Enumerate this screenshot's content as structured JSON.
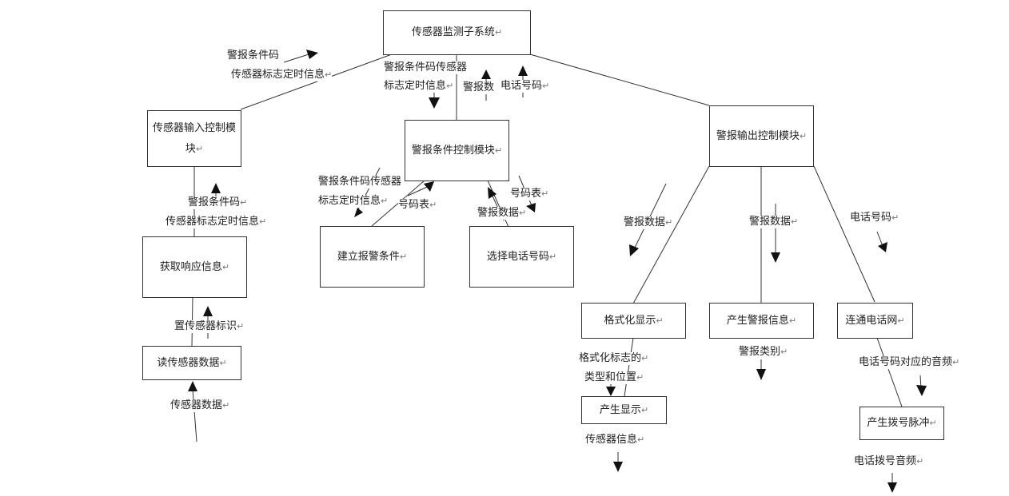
{
  "modules": {
    "root": "传感器监测子系统",
    "sensor_input": "传感器输入控制模块",
    "alarm_condition": "警报条件控制模块",
    "alarm_output": "警报输出控制模块",
    "get_response": "获取响应信息",
    "read_sensor": "读传感器数据",
    "build_condition": "建立报警条件",
    "select_phone": "选择电话号码",
    "format_display": "格式化显示",
    "produce_alarm": "产生警报信息",
    "connect_phone": "连通电话网",
    "produce_display": "产生显示",
    "produce_dial": "产生拨号脉冲"
  },
  "labels": {
    "l1": "警报条件码",
    "l2": "传感器标志定时信息",
    "l3": "警报条件码传感器",
    "l4": "标志定时信息",
    "l5": "警报数",
    "l6": "电话号码",
    "l7": "警报条件码",
    "l8": "传感器标志定时信息",
    "l9": "警报条件码传感器",
    "l10": "标志定时信息",
    "l11": "号码表",
    "l12": "号码表",
    "l13": "警报数据",
    "l14": "置传感器标识",
    "l15": "传感器数据",
    "l16": "警报数据",
    "l17": "警报数据",
    "l18": "电话号码",
    "l19": "格式化标志的",
    "l20": "类型和位置",
    "l21": "警报类别",
    "l22": "电话号码对应的音频",
    "l23": "传感器信息",
    "l24": "电话拨号音频"
  },
  "paragraph_mark": "↵"
}
